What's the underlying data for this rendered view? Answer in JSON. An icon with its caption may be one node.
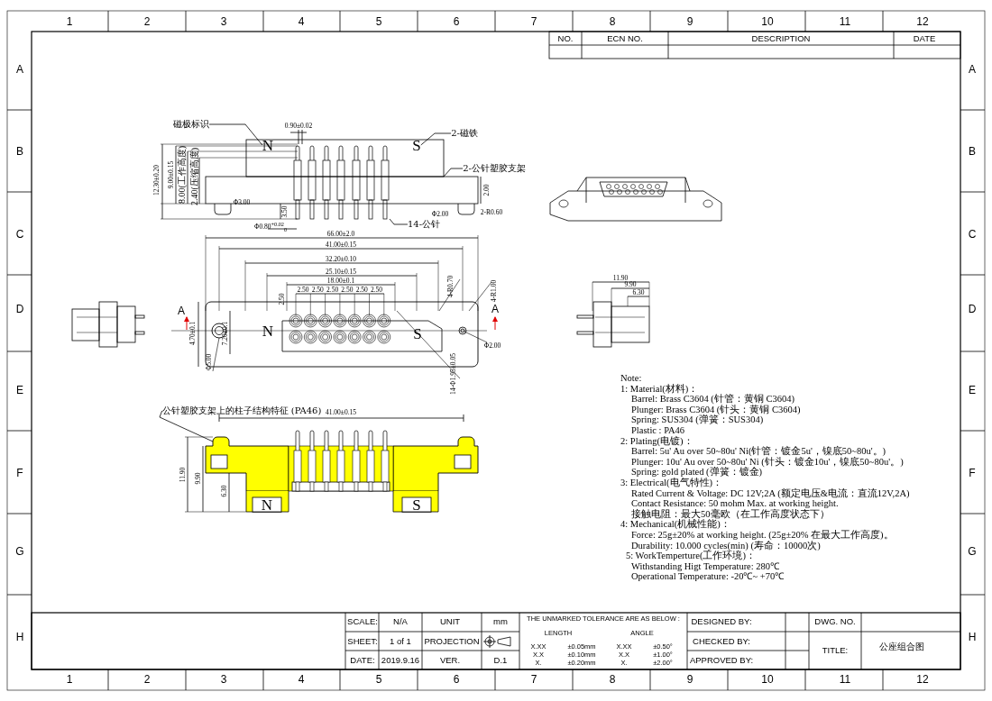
{
  "diagram": {
    "nodes": [
      {
        "text": [
          "磁极标识"
        ]
      },
      {
        "text": [
          "2-磁铁"
        ]
      },
      {
        "text": [
          "2-公针塑胶支架"
        ]
      },
      {
        "text": [
          "14-公针"
        ]
      },
      {
        "text": [
          "公针塑胶支架上的柱子结构特征 (PA46)"
        ]
      },
      {
        "text": [
          "N"
        ]
      },
      {
        "text": [
          "S"
        ]
      }
    ],
    "edges": [
      {
        "from": 0,
        "to": 5,
        "arrow": "none"
      },
      {
        "from": 1,
        "to": 6,
        "arrow": "none"
      },
      {
        "from": 2,
        "to": null,
        "arrow": "none"
      },
      {
        "from": 3,
        "to": null,
        "arrow": "none"
      },
      {
        "from": 4,
        "to": null,
        "arrow": "none"
      }
    ],
    "labels": [
      "1",
      "2",
      "3",
      "4",
      "5",
      "6",
      "7",
      "8",
      "9",
      "10",
      "11",
      "12",
      "1",
      "2",
      "3",
      "4",
      "5",
      "6",
      "7",
      "8",
      "9",
      "10",
      "11",
      "12",
      "A",
      "B",
      "C",
      "D",
      "E",
      "F",
      "G",
      "H",
      "A",
      "B",
      "C",
      "D",
      "E",
      "F",
      "G",
      "H",
      "NO.",
      "ECN NO.",
      "DESCRIPTION",
      "DATE",
      "0.90±0.02",
      "12.30±0.20",
      "9.00±0.15",
      "8.00(工作高度)",
      "2.40(压缩高度)",
      "2.00",
      "Φ3.00",
      "3.50",
      "Φ0.80$^{+0.02}$$_{0}$",
      "Φ2.00",
      "2-R0.60",
      "66.00±2.0",
      "41.00±0.15",
      "32.20±0.10",
      "25.10±0.15",
      "18.00±0.1",
      "2.50",
      "2.50",
      "2.50",
      "2.50",
      "2.50",
      "2.50",
      "2.50",
      "4.70±0.1",
      "7.20±0.1",
      "4-R0.70",
      "4-R1.00",
      "Φ2.00",
      "Φ5.00",
      "14-Φ1.95±0.05",
      "N",
      "S",
      "A",
      "A",
      "11.90",
      "9.90",
      "6.30",
      "41.00±0.15",
      "11.90",
      "9.90",
      "6.30",
      "N",
      "S",
      "Note:",
      "1: Material(材料)：",
      "Barrel: Brass C3604 (针管：黄铜 C3604)",
      "Plunger: Brass C3604  (针头：黄铜 C3604)",
      "Spring: SUS304  (弹簧：SUS304)",
      "Plastic : PA46",
      "2: Plating(电镀)：",
      "Barrel: 5u' Au over 50~80u' Ni(针管：镀金5u'，镍底50~80u'。)",
      "Plunger: 10u' Au over 50~80u' Ni (针头：镀金10u'，镍底50~80u'。)",
      "Spring: gold plated (弹簧：镀金)",
      "3: Electrical(电气特性)：",
      "Rated Current & Voltage: DC 12V;2A (额定电压&电流：直流12V,2A)",
      "Contact Resistance: 50 mohm Max. at working height.",
      "接触电阻：最大50毫欧（在工作高度状态下）",
      "4: Mechanical(机械性能)：",
      "Force: 25g±20% at working height. (25g±20% 在最大工作高度)。",
      "Durability: 10.000 cycles(min) (寿命：10000次)",
      "5: WorkTemperture(工作环境)：",
      "Withstanding Higt Temperature: 280℃",
      "Operational Temperature: -20℃~ +70℃",
      "SCALE:",
      "N/A",
      "UNIT",
      "mm",
      "SHEET:",
      "1 of 1",
      "PROJECTION",
      "DATE:",
      "2019.9.16",
      "VER.",
      "D.1",
      "THE UNMARKED TOLERANCE ARE AS BELOW :",
      "LENGTH",
      "ANGLE",
      "X.XX",
      "±0.05mm",
      "X.XX",
      "±0.50°",
      "X.X",
      "±0.10mm",
      "X.X",
      "±1.00°",
      "X.",
      "±0.20mm",
      "X.",
      "±2.00°",
      "DESIGNED BY:",
      "CHECKED BY:",
      "APPROVED BY:",
      "DWG. NO.",
      "TITLE:",
      "公座组合图"
    ]
  }
}
